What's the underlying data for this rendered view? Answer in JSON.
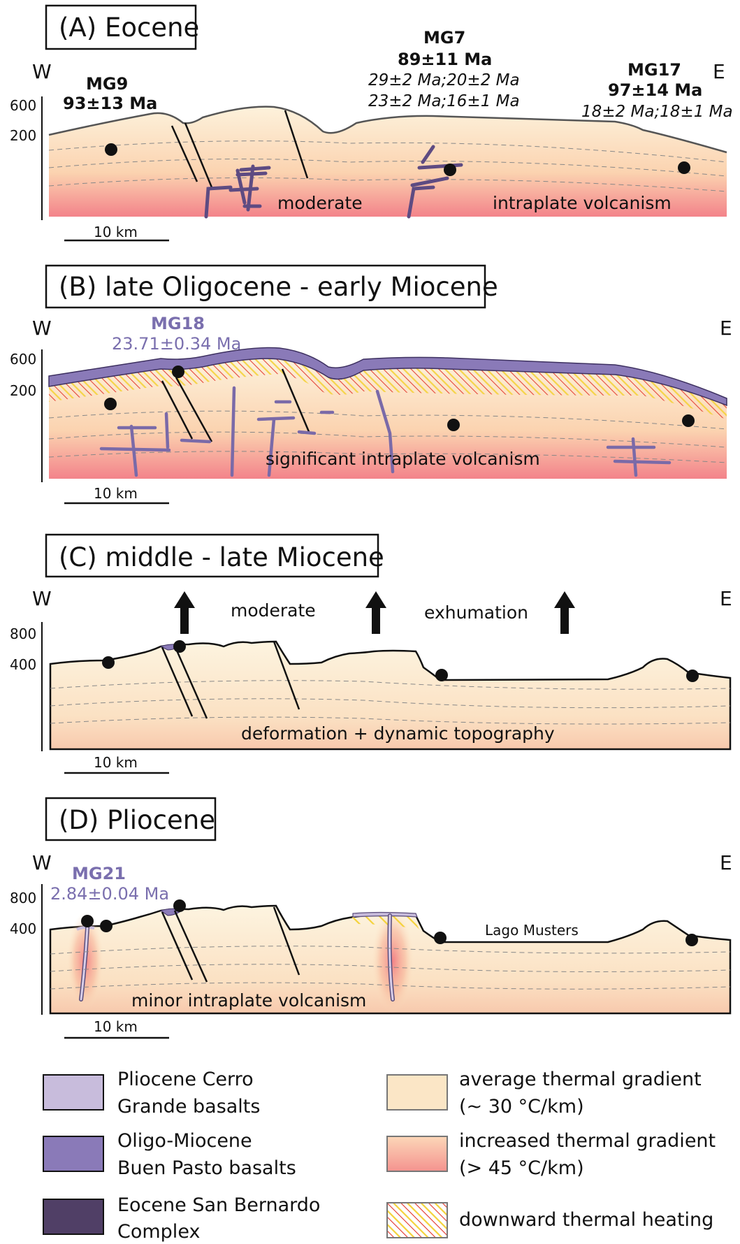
{
  "panels": {
    "a": {
      "title": "(A) Eocene",
      "west": "W",
      "east": "E",
      "y_ticks": [
        "600",
        "200"
      ],
      "scale": "10 km",
      "samples": {
        "mg9_name": "MG9",
        "mg9_age": "93±13 Ma",
        "mg7_name": "MG7",
        "mg7_age": "89±11 Ma",
        "mg7_extra1": "29±2 Ma;20±2 Ma",
        "mg7_extra2": "23±2 Ma;16±1 Ma",
        "mg17_name": "MG17",
        "mg17_age": "97±14 Ma",
        "mg17_extra": "18±2 Ma;18±1 Ma"
      },
      "label1": "moderate",
      "label2": "intraplate volcanism"
    },
    "b": {
      "title": "(B) late Oligocene - early Miocene",
      "west": "W",
      "east": "E",
      "y_ticks": [
        "600",
        "200"
      ],
      "scale": "10 km",
      "sample_name": "MG18",
      "sample_age": "23.71±0.34 Ma",
      "label": "significant intraplate volcanism"
    },
    "c": {
      "title": "(C) middle - late Miocene",
      "west": "W",
      "east": "E",
      "y_ticks": [
        "800",
        "400"
      ],
      "scale": "10 km",
      "label1": "moderate",
      "label2": "exhumation",
      "label3": "deformation + dynamic topography"
    },
    "d": {
      "title": "(D) Pliocene",
      "west": "W",
      "east": "E",
      "y_ticks": [
        "800",
        "400"
      ],
      "scale": "10 km",
      "sample_name": "MG21",
      "sample_age": "2.84±0.04 Ma",
      "lake": "Lago Musters",
      "label": "minor intraplate volcanism"
    }
  },
  "legend": {
    "items": [
      {
        "line1": "Pliocene Cerro",
        "line2": "Grande basalts",
        "color": "#c8bcdc"
      },
      {
        "line1": "Oligo-Miocene",
        "line2": "Buen Pasto basalts",
        "color": "#8a7ab8"
      },
      {
        "line1": "Eocene San Bernardo",
        "line2": "Complex",
        "color": "#503f66"
      },
      {
        "line1": "average thermal gradient",
        "line2": "(~ 30 °C/km)",
        "color": "#fbe6c6"
      },
      {
        "line1": "increased thermal gradient",
        "line2": "(> 45 °C/km)",
        "color": "#f59f96"
      },
      {
        "line1": "downward thermal heating",
        "line2": "",
        "color": "#e84030"
      }
    ]
  }
}
